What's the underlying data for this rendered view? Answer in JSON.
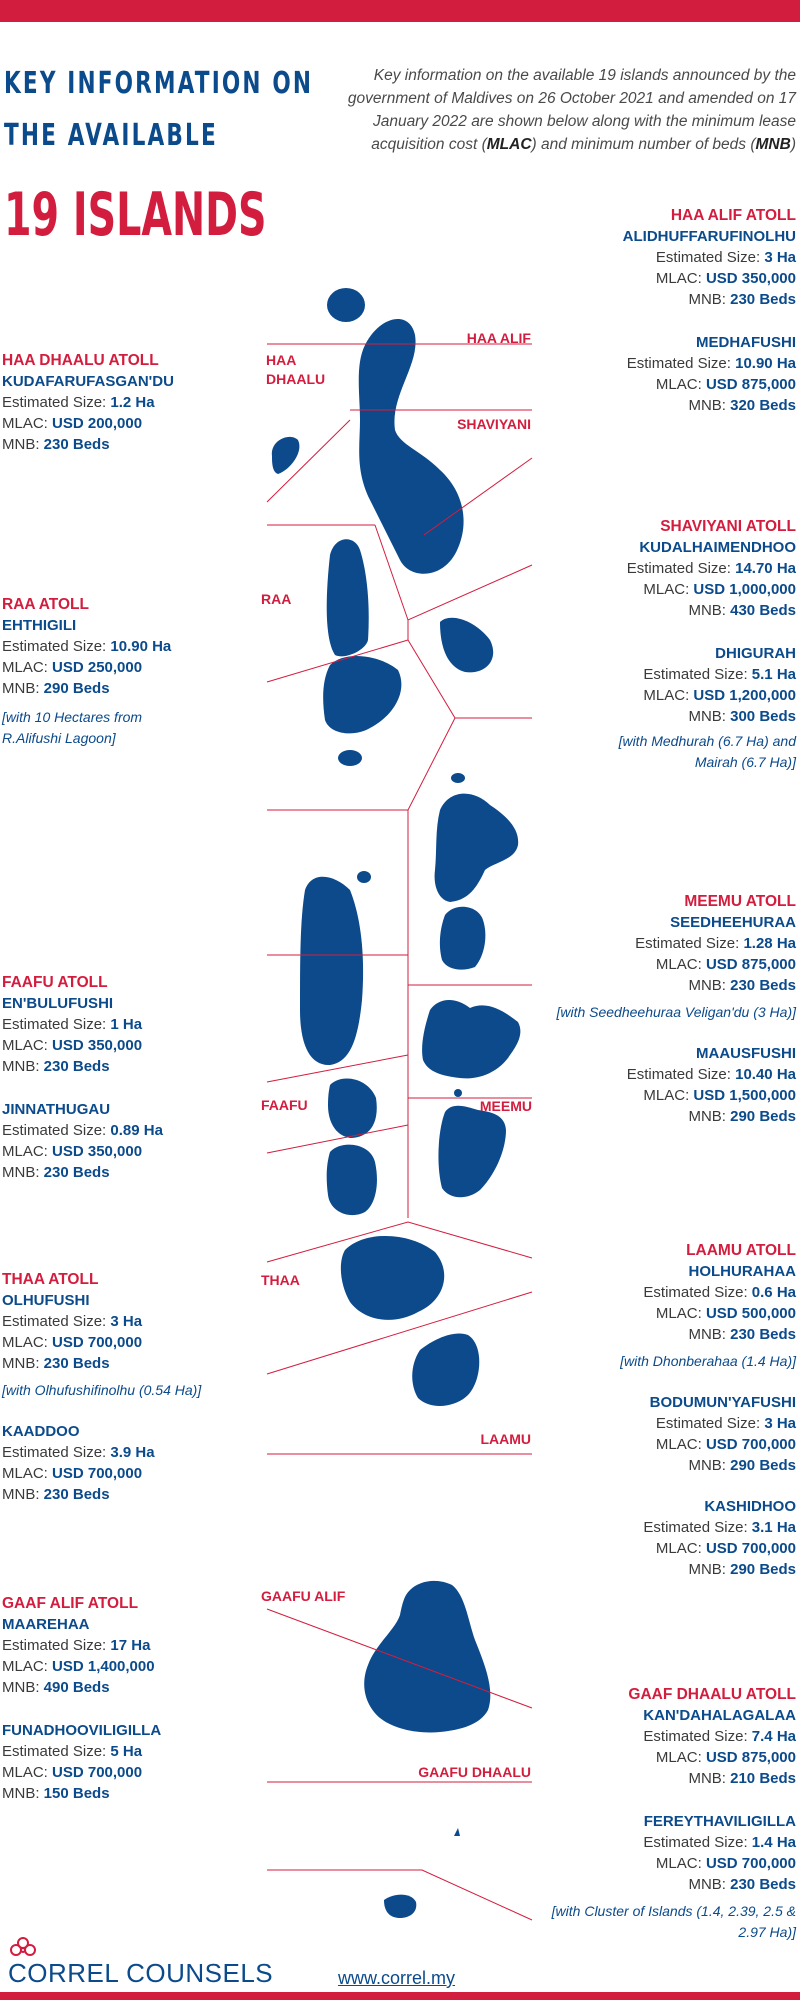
{
  "header": {
    "title_line1": "KEY INFORMATION ON",
    "title_line2": "THE AVAILABLE",
    "title_big": "19 ISLANDS",
    "intro_p1": "Key information on the available 19 islands announced by the government of Maldives on 26 October 2021 and amended on 17 January 2022 are shown below along with the minimum lease acquisition cost (",
    "intro_b1": "MLAC",
    "intro_p2": ") and minimum number of beds (",
    "intro_b2": "MNB",
    "intro_p3": ")"
  },
  "labels": {
    "size": "Estimated Size: ",
    "mlac": "MLAC: ",
    "mnb": "MNB: "
  },
  "map_labels": {
    "haa_alif": "HAA ALIF",
    "haa_dhaalu_1": "HAA",
    "haa_dhaalu_2": "DHAALU",
    "shaviyani": "SHAVIYANI",
    "raa": "RAA",
    "faafu": "FAAFU",
    "meemu": "MEEMU",
    "thaa": "THAA",
    "laamu": "LAAMU",
    "gaafu_alif": "GAAFU ALIF",
    "gaafu_dhaalu": "GAAFU DHAALU"
  },
  "atolls": {
    "haa_alif": {
      "name": "HAA ALIF ATOLL",
      "islands": [
        {
          "name": "ALIDHUFFARUFINOLHU",
          "size": "3 Ha",
          "mlac": "USD 350,000",
          "mnb": "230 Beds"
        },
        {
          "name": "MEDHAFUSHI",
          "size": "10.90 Ha",
          "mlac": "USD 875,000",
          "mnb": "320 Beds"
        }
      ]
    },
    "haa_dhaalu": {
      "name": "HAA DHAALU ATOLL",
      "islands": [
        {
          "name": "KUDAFARUFASGAN'DU",
          "size": "1.2 Ha",
          "mlac": "USD 200,000",
          "mnb": "230 Beds"
        }
      ]
    },
    "shaviyani": {
      "name": "SHAVIYANI ATOLL",
      "islands": [
        {
          "name": "KUDALHAIMENDHOO",
          "size": "14.70 Ha",
          "mlac": "USD 1,000,000",
          "mnb": "430 Beds"
        },
        {
          "name": "DHIGURAH",
          "size": "5.1 Ha",
          "mlac": "USD 1,200,000",
          "mnb": "300 Beds",
          "note": "[with Medhurah (6.7 Ha) and Mairah (6.7 Ha)]"
        }
      ]
    },
    "raa": {
      "name": "RAA ATOLL",
      "islands": [
        {
          "name": "EHTHIGILI",
          "size": "10.90 Ha",
          "mlac": "USD 250,000",
          "mnb": "290 Beds",
          "note": "[with 10 Hectares from R.Alifushi Lagoon]"
        }
      ]
    },
    "meemu": {
      "name": "MEEMU ATOLL",
      "islands": [
        {
          "name": "SEEDHEEHURAA",
          "size": "1.28 Ha",
          "mlac": "USD 875,000",
          "mnb": "230 Beds",
          "note": "[with Seedheehuraa Veligan'du (3 Ha)]"
        },
        {
          "name": "MAAUSFUSHI",
          "size": "10.40 Ha",
          "mlac": "USD 1,500,000",
          "mnb": "290 Beds"
        }
      ]
    },
    "faafu": {
      "name": "FAAFU ATOLL",
      "islands": [
        {
          "name": "EN'BULUFUSHI",
          "size": "1 Ha",
          "mlac": "USD 350,000",
          "mnb": "230 Beds"
        },
        {
          "name": "JINNATHUGAU",
          "size": "0.89 Ha",
          "mlac": "USD 350,000",
          "mnb": "230 Beds"
        }
      ]
    },
    "laamu": {
      "name": "LAAMU ATOLL",
      "islands": [
        {
          "name": "HOLHURAHAA",
          "size": "0.6 Ha",
          "mlac": "USD 500,000",
          "mnb": "230 Beds",
          "note": "[with Dhonberahaa (1.4 Ha)]"
        },
        {
          "name": "BODUMUN'YAFUSHI",
          "size": "3 Ha",
          "mlac": "USD 700,000",
          "mnb": "290 Beds"
        },
        {
          "name": "KASHIDHOO",
          "size": "3.1 Ha",
          "mlac": "USD 700,000",
          "mnb": "290 Beds"
        }
      ]
    },
    "thaa": {
      "name": "THAA ATOLL",
      "islands": [
        {
          "name": "OLHUFUSHI",
          "size": "3 Ha",
          "mlac": "USD 700,000",
          "mnb": "230 Beds",
          "note": "[with Olhufushifinolhu (0.54 Ha)]"
        },
        {
          "name": "KAADDOO",
          "size": "3.9 Ha",
          "mlac": "USD 700,000",
          "mnb": "230 Beds"
        }
      ]
    },
    "gaaf_alif": {
      "name": "GAAF ALIF ATOLL",
      "islands": [
        {
          "name": "MAAREHAA",
          "size": "17 Ha",
          "mlac": "USD 1,400,000",
          "mnb": "490 Beds"
        },
        {
          "name": "FUNADHOOVILIGILLA",
          "size": "5 Ha",
          "mlac": "USD 700,000",
          "mnb": "150 Beds"
        }
      ]
    },
    "gaaf_dhaalu": {
      "name": "GAAF DHAALU ATOLL",
      "islands": [
        {
          "name": "KAN'DAHALAGALAA",
          "size": "7.4 Ha",
          "mlac": "USD 875,000",
          "mnb": "210 Beds"
        },
        {
          "name": "FEREYTHAVILIGILLA",
          "size": "1.4 Ha",
          "mlac": "USD 700,000",
          "mnb": "230 Beds",
          "note": "[with Cluster of Islands (1.4, 2.39, 2.5 & 2.97 Ha)]"
        }
      ]
    }
  },
  "footer": {
    "brand": "CORREL COUNSELS",
    "website": "www.correl.my"
  },
  "colors": {
    "accent_red": "#d31d3e",
    "brand_blue": "#0b4a8b",
    "island_blue": "#0c4a8c"
  },
  "icons": {
    "logo": "flower-logo-icon"
  }
}
